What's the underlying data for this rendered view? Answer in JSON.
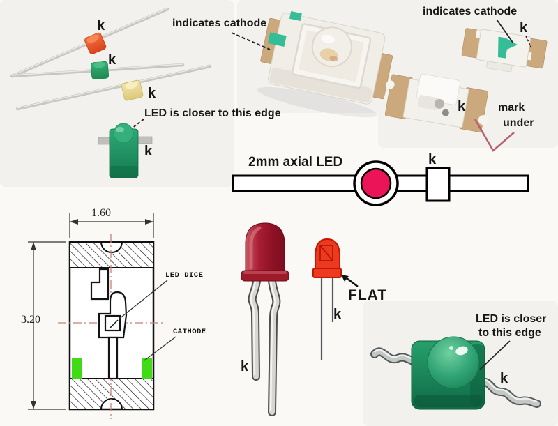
{
  "labels": {
    "k": "k",
    "indicates_cathode": "indicates cathode",
    "led_closer_edge_inline": "LED is closer to this edge",
    "mark": "mark",
    "under": "under",
    "axial_title": "2mm axial LED",
    "flat": "FLAT",
    "led_closer_line1": "LED is closer",
    "led_closer_line2": "to this edge",
    "dim_width": "1.60",
    "dim_height": "3.20",
    "led_dice": "LED DICE",
    "cathode": "CATHODE"
  },
  "colors": {
    "pink_die": "#EC1459",
    "cathode_mark_teal": "#35BD98",
    "drawing_green": "#3FDC15",
    "axial_orange_led": "#E8562C",
    "axial_green_led": "#2BA266",
    "axial_yellow_led": "#EDDF9E",
    "led_red_5mm": "#A81D33",
    "led_red_3mm": "#EC3A21",
    "gullwing_green": "#1E8F5F",
    "contact_tan": "#CCA87D",
    "check_red": "#B5606B"
  }
}
